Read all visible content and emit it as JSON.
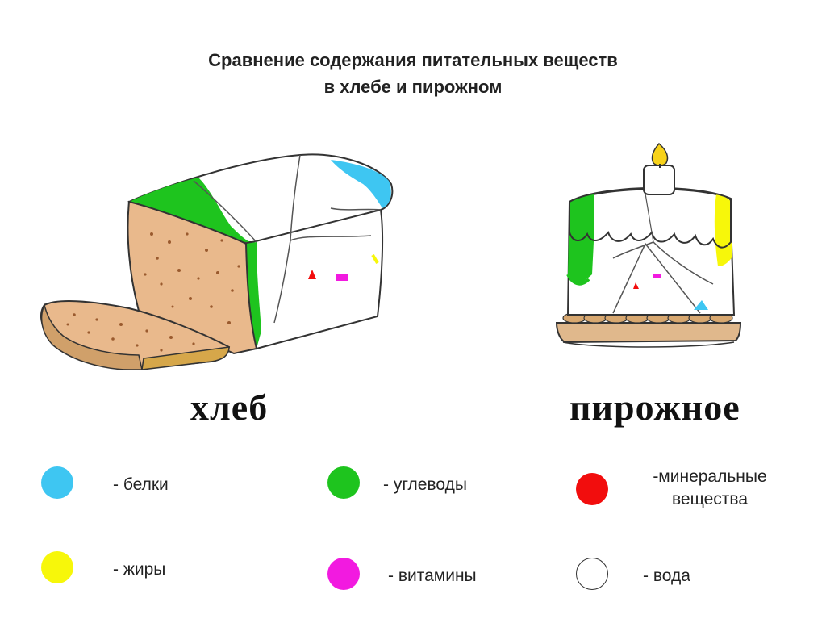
{
  "title": {
    "line1": "Сравнение содержания питательных веществ",
    "line2": "в хлебе  и  пирожном"
  },
  "labels": {
    "bread": "хлеб",
    "cake": "пирожное"
  },
  "legend": [
    {
      "id": "protein",
      "text": "- белки",
      "color": "#3ec6f2"
    },
    {
      "id": "carbs",
      "text": "- углеводы",
      "color": "#1ec41e"
    },
    {
      "id": "minerals",
      "text": "-минеральные вещества",
      "color": "#f20d0d"
    },
    {
      "id": "fats",
      "text": "- жиры",
      "color": "#f7f70a"
    },
    {
      "id": "vitamins",
      "text": "- витамины",
      "color": "#f21ae0"
    },
    {
      "id": "water",
      "text": "- вода",
      "color": "#ffffff"
    }
  ]
}
